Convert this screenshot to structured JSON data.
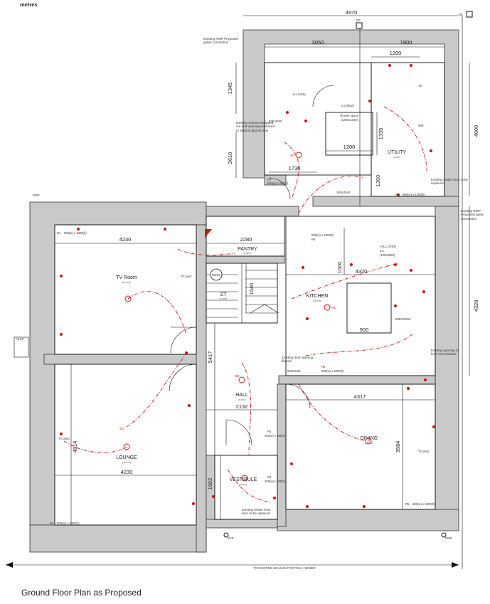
{
  "units": "metres",
  "caption": "Ground Floor Plan as Proposed",
  "rooms": {
    "tv_room": "TV Room",
    "lounge": "LOUNGE",
    "pantry": "PANTRY",
    "st": "ST",
    "kitchen": "KITCHEN",
    "hall": "HALL",
    "vestibule": "VESTIBULE",
    "dining": "DINING",
    "utility": "UTILITY",
    "shower_space": "shower space",
    "shower_size": "(1200x1200)"
  },
  "dimensions": {
    "top_overall": "4970",
    "top_3050": "3050",
    "top_1800": "1800",
    "top_1200": "1200",
    "side_1345": "1345",
    "side_2610": "2610",
    "side_4000": "4000",
    "side_1335": "1335",
    "shower_1200": "1200",
    "d_1730": "1730",
    "v_1200": "1200",
    "tv_4230": "4230",
    "pantry_2280": "2280",
    "st_1540": "1540",
    "kitchen_4320": "4320",
    "kitchen_1000": "1000",
    "kitchen_900": "900",
    "right_4328": "4328",
    "hall_5417": "5417",
    "hall_2132": "2132",
    "dining_4317": "4317",
    "dining_3584": "3584",
    "lounge_4814": "4814",
    "lounge_4230": "4230",
    "vest_1502": "1502"
  },
  "labels": {
    "re_top": "RE",
    "re_right": "RE",
    "rwp_left": "RWP",
    "rwp_bottom": "RWP",
    "svp": "SVP",
    "ashp": "ASHP",
    "hwsc": "HWSC",
    "hob_hood": "HOB/HOOD",
    "hd": "HD",
    "tv_point_1": "TV point",
    "tv_point_2": "TV point",
    "tv_point_3": "TV point",
    "sd_1": "SD",
    "sd_2": "SD",
    "sd_3": "SD",
    "r1": "R1",
    "r2": "R2",
    "r5": "R5",
    "r6": "R6",
    "r7": "R7",
    "r8": "R8",
    "r3": "R3",
    "r4": "R4",
    "wm": "WM",
    "td": "TD",
    "wc": "w.c.(whb)",
    "ss": "s.s.(shwr)",
    "sa": "s.a.",
    "fall_oven": "FALL OVEN"
  },
  "notes": {
    "existing_rwp_top": "Existing RWP Proposed gutter connection",
    "existing_window": "Existing window swapped out and opening increased to 926mm glazed door",
    "existing_rwp_right": "Existing RWP Proposed gutter connection",
    "timber_door_utility": "Existing timber door to be replaced",
    "existing_door_flipped": "Existing door opening flipped",
    "existing_opening_window": "Existing opening to form new window",
    "timber_front_door": "Existing timber front door to be replaced",
    "to_existing_sw": "TO EXISTING SW MAIN FOR FOUL / SEWER",
    "win_826_2040_a": "926x2040",
    "win_826_2040_b": "826x2040",
    "win_826_2040_c": "826x2040",
    "win_r6": "500(w) x 1800(h)",
    "win_r7": "600(w) x 600(h)",
    "win_r8": "600(w) x 1200(h)",
    "win_r1": "600(w) x 1800(h)",
    "win_r2": "600(w) x 1800(h)",
    "win_r5": "600(w) x 1800(h)",
    "win_r6b": "500(w) x 1800(h)",
    "win_r4": "400(w) x 600(h)",
    "win_r3": "400(w) x 600(h)",
    "sa_size": "(1000x600)",
    "area_tv": "(xx.xm²)",
    "area_lounge": "(xx.xm²)",
    "area_pantry": "(2.8m²)",
    "area_st": "(x.xm²)",
    "area_kitchen": "(xx.xm²)",
    "area_hall": "(x.xm²)",
    "area_vest": "(x.xm²)",
    "area_dining": "(xx.xm²)",
    "area_utility": "(x.xm²)"
  },
  "colors": {
    "wall": "#c9c9c9",
    "line": "#111111",
    "electrical": "#d01010"
  }
}
